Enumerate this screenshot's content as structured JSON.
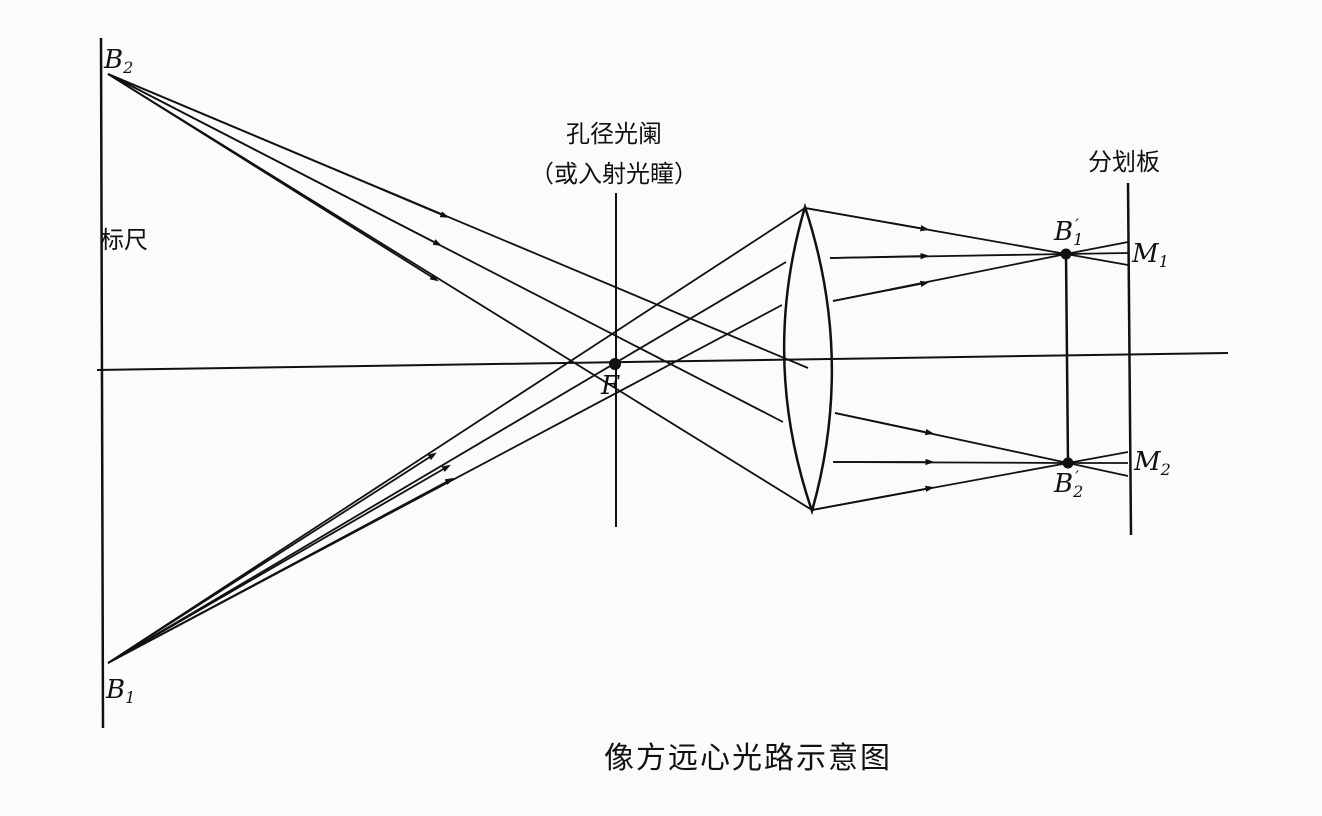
{
  "labels": {
    "ruler": "标尺",
    "aperture_line1": "孔径光阑",
    "aperture_line2": "（或入射光瞳）",
    "reticle": "分划板",
    "caption": "像方远心光路示意图",
    "focus": "F",
    "b2": {
      "main": "B",
      "sub": "2"
    },
    "b1": {
      "main": "B",
      "sub": "1"
    },
    "b1_prime": {
      "main": "B",
      "sub": "1",
      "prime": "′"
    },
    "b2_prime": {
      "main": "B",
      "sub": "2",
      "prime": "′"
    },
    "m1": {
      "main": "M",
      "sub": "1"
    },
    "m2": {
      "main": "M",
      "sub": "2"
    }
  },
  "colors": {
    "ink": "#111111",
    "background": "#fbfbfb"
  }
}
